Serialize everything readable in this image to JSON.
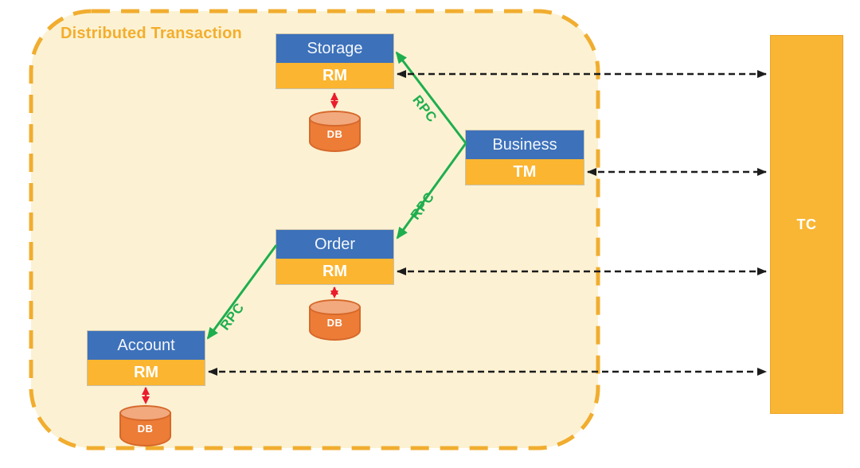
{
  "boundary": {
    "title": "Distributed Transaction"
  },
  "services": [
    {
      "name": "Storage",
      "role": "RM",
      "db": "DB"
    },
    {
      "name": "Business",
      "role": "TM"
    },
    {
      "name": "Order",
      "role": "RM",
      "db": "DB"
    },
    {
      "name": "Account",
      "role": "RM",
      "db": "DB"
    }
  ],
  "coordinator": {
    "label": "TC"
  },
  "rpc_labels": [
    "RPC",
    "RPC",
    "RPC"
  ],
  "connections": {
    "rpc_calls": [
      {
        "from": "Business",
        "to": "Storage",
        "label": "RPC"
      },
      {
        "from": "Business",
        "to": "Order",
        "label": "RPC"
      },
      {
        "from": "Order",
        "to": "Account",
        "label": "RPC"
      }
    ],
    "tc_links": [
      {
        "from": "Storage RM",
        "to": "TC",
        "style": "dashed-double-arrow"
      },
      {
        "from": "Business TM",
        "to": "TC",
        "style": "dashed-double-arrow"
      },
      {
        "from": "Order RM",
        "to": "TC",
        "style": "dashed-double-arrow"
      },
      {
        "from": "Account RM",
        "to": "TC",
        "style": "dashed-double-arrow"
      }
    ],
    "db_links": [
      {
        "from": "Storage RM",
        "to": "DB",
        "style": "red-double-arrow"
      },
      {
        "from": "Order RM",
        "to": "DB",
        "style": "red-double-arrow"
      },
      {
        "from": "Account RM",
        "to": "DB",
        "style": "red-double-arrow"
      }
    ]
  },
  "colors": {
    "boundary_fill": "#fcf2d3",
    "boundary_stroke": "#f1ad2f",
    "service_header_blue": "#3d71ba",
    "role_orange": "#fbb530",
    "tc_orange": "#f9b634",
    "db_body": "#ec7c36",
    "db_top": "#f2a97e",
    "rpc_green": "#1fae4e",
    "db_arrow_red": "#ea1c2c",
    "tc_arrow_black": "#1c1c1c"
  }
}
